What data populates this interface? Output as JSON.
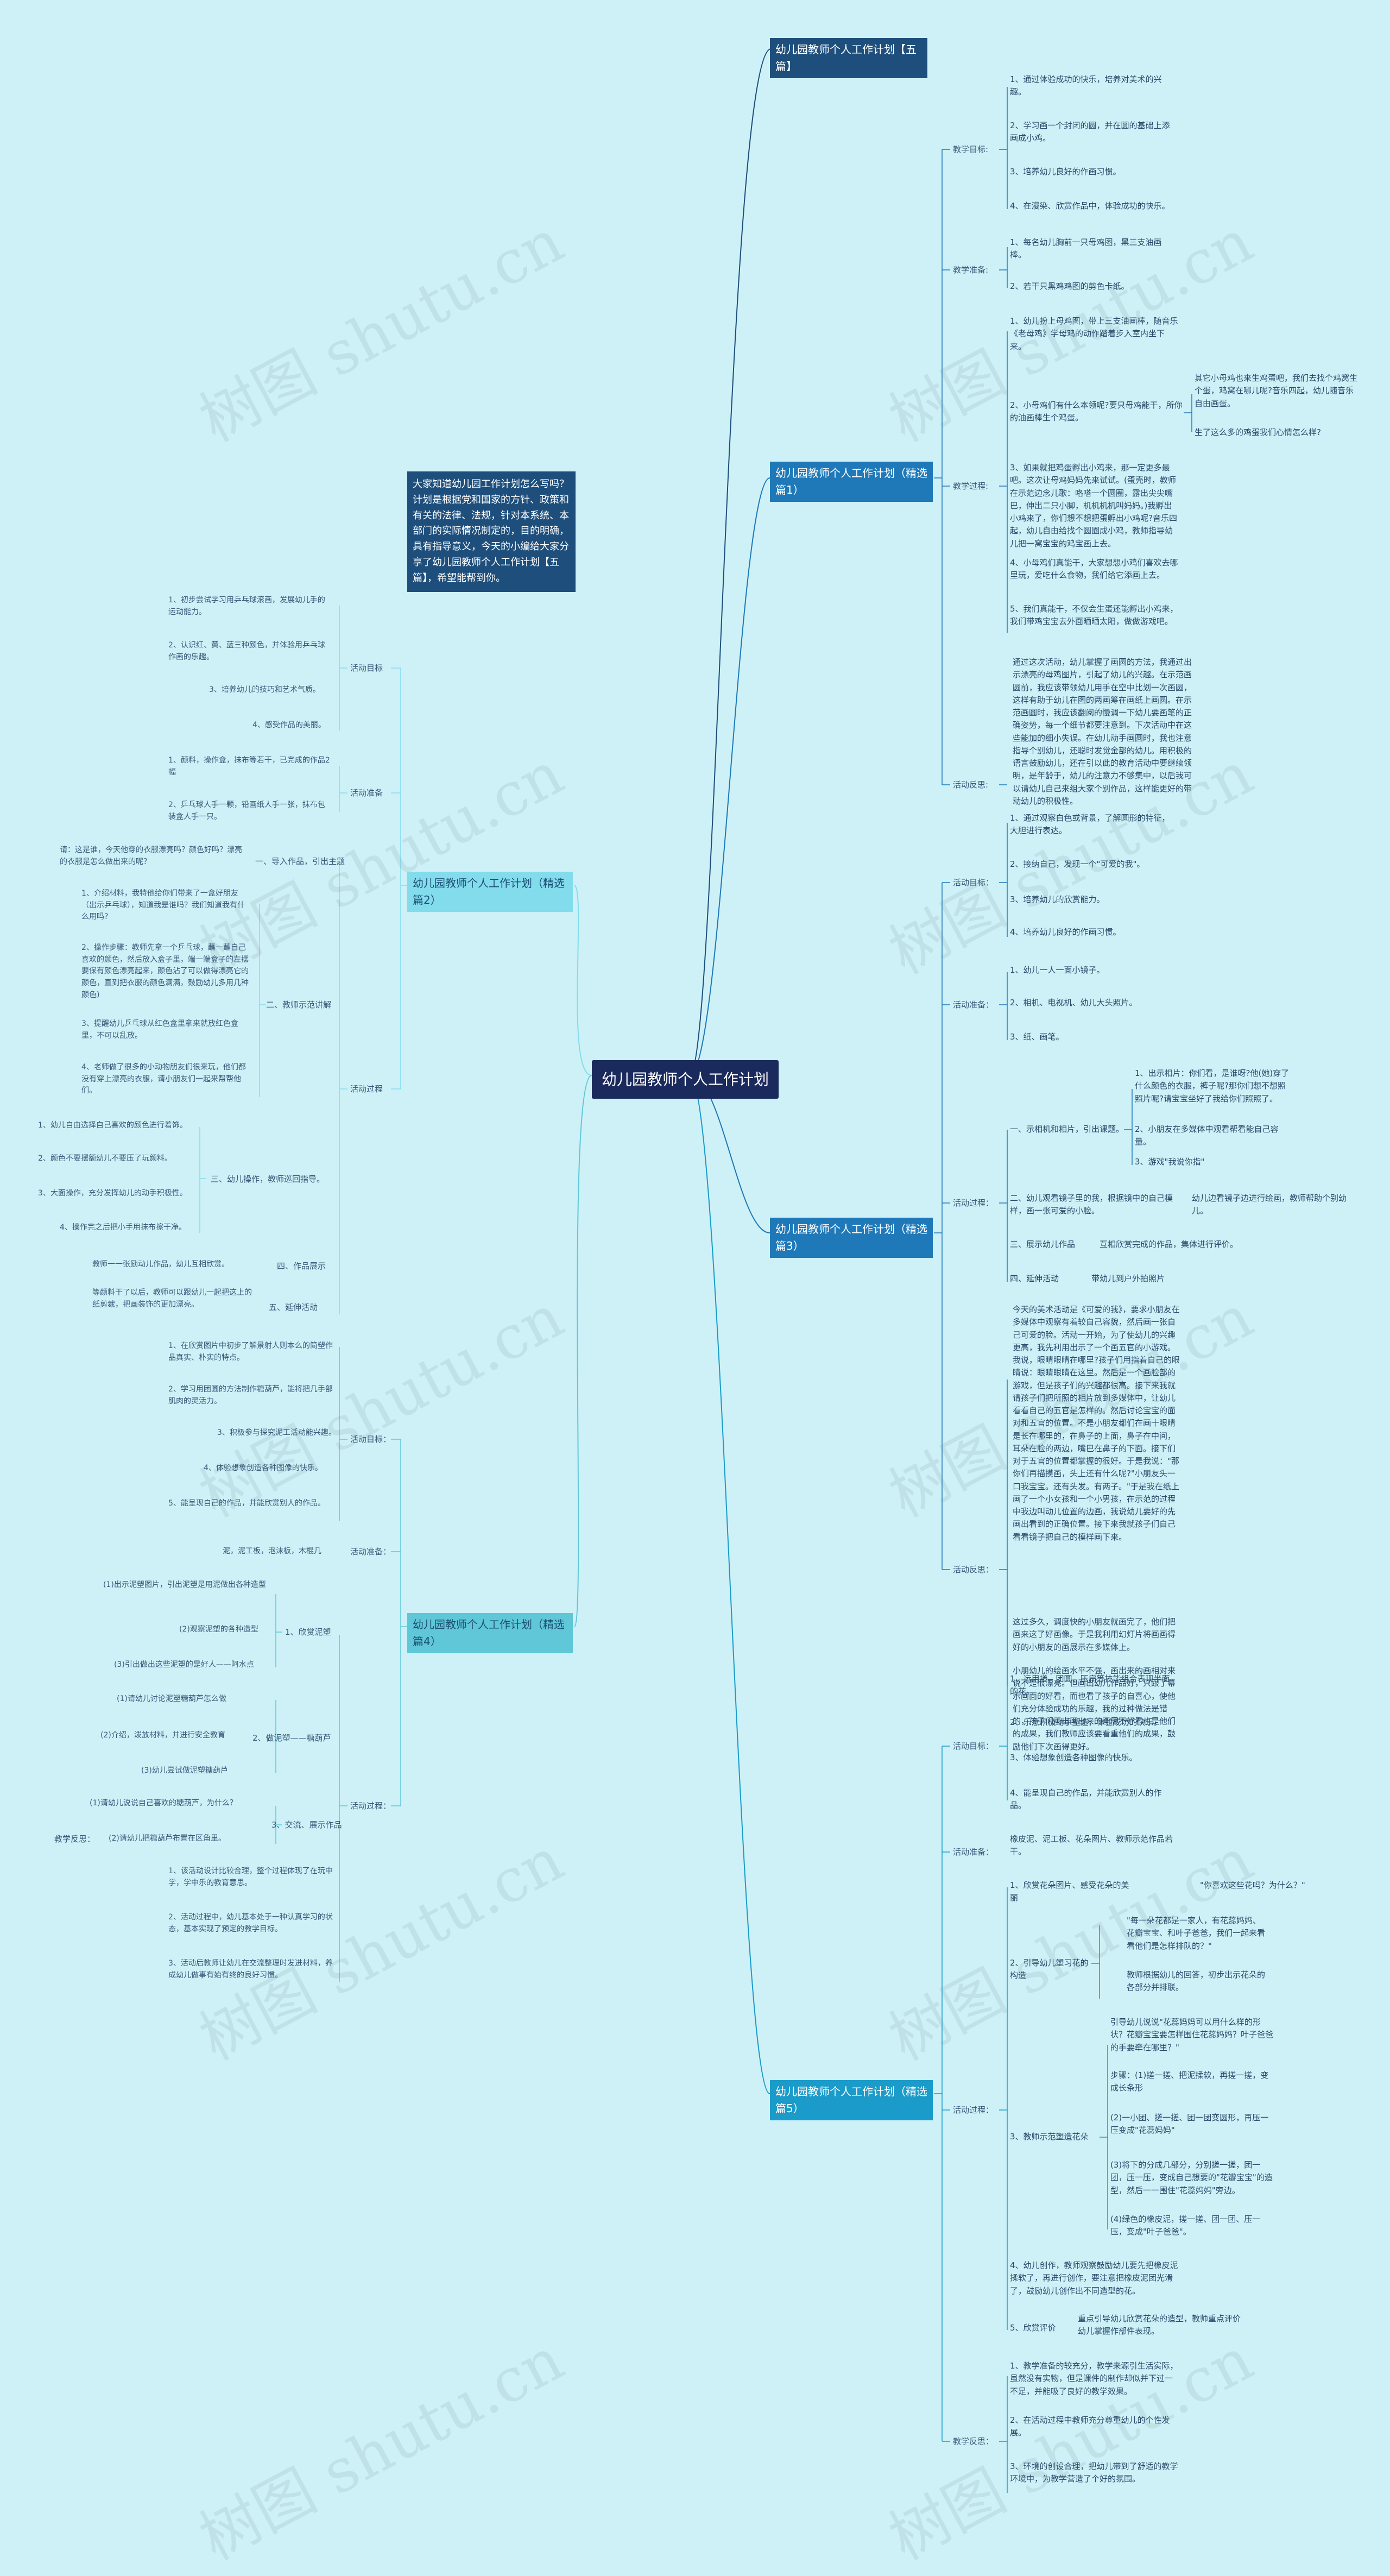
{
  "title": "幼儿园教师个人工作计划",
  "intro": "大家知道幼儿园工作计划怎么写吗？计划是根据党和国家的方针、政策和有关的法律、法规，针对本系统、本部门的实际情况制定的，目的明确，具有指导意义，今天的小编给大家分享了幼儿园教师个人工作计划【五篇】，希望能帮到你。",
  "watermark": "树图 shutu.cn",
  "branches": {
    "b1": "幼儿园教师个人工作计划【五篇】",
    "b2": "幼儿园教师个人工作计划（精选篇1）",
    "b3": "幼儿园教师个人工作计划（精选篇2）",
    "b4": "幼儿园教师个人工作计划（精选篇3）",
    "b5": "幼儿园教师个人工作计划（精选篇4）",
    "b6": "幼儿园教师个人工作计划（精选篇5）"
  },
  "p1": {
    "goal": "教学目标:",
    "goal_items": [
      "1、通过体验成功的快乐，培养对美术的兴趣。",
      "2、学习画一个封闭的圆，并在圆的基础上添画成小鸡。",
      "3、培养幼儿良好的作画习惯。",
      "4、在漫染、欣赏作品中，体验成功的快乐。"
    ],
    "prep": "教学准备:",
    "prep_items": [
      "1、每名幼儿胸前一只母鸡图，黑三支油画棒。",
      "2、若干只黑鸡鸡图的剪色卡纸。"
    ],
    "proc": "教学过程:",
    "proc1": "1、幼儿扮上母鸡图，带上三支油画棒，随音乐《老母鸡》学母鸡的动作踏着步入室内坐下来。",
    "proc2": "2、小母鸡们有什么本领呢?要只母鸡能干，所你的油画棒生个鸡蛋。",
    "proc2a": "其它小母鸡也来生鸡蛋吧，我们去找个鸡窝生个蛋，鸡窝在哪儿呢?音乐四起，幼儿随音乐自由画蛋。",
    "proc2b": "生了这么多的鸡蛋我们心情怎么样?",
    "proc3": "3、如果就把鸡蛋孵出小鸡来，那一定更多最吧。这次让母鸡妈妈先来试试。(蛋壳时，教师在示范边念儿歌：咯嗒一个圆圈，露出尖尖嘴巴，伸出二只小脚，机机机机叫妈妈。)我孵出小鸡来了，你们想不想把蛋孵出小鸡呢?音乐四起，幼儿自由给找个圆圈成小鸡，教师指导幼儿把一窝宝宝的鸡宝画上去。",
    "proc4": "4、小母鸡们真能干，大家想想小鸡们喜欢去哪里玩，爱吃什么食物，我们给它添画上去。",
    "proc5": "5、我们真能干，不仅会生蛋还能孵出小鸡来，我们带鸡宝宝去外面晒晒太阳，做做游戏吧。",
    "reflect": "活动反思:",
    "reflect_text": "通过这次活动，幼儿掌握了画圆的方法，我通过出示漂亮的母鸡图片，引起了幼儿的兴趣。在示范画圆前，我应该带领幼儿用手在空中比划一次画圆，这样有助于幼儿在图的两画筹在画纸上画圆。在示范画圆时，我应该翻阅的慢调一下幼儿要画笔的正确姿势，每一个细节都要注意到。下次活动中在这些能加的细小失误。在幼儿动手画圆时，我也注意指导个别幼儿，还聪时发觉金部的幼儿。用积极的语言鼓励幼儿，还在引以此的教育活动中要继续领明，是年龄于，幼儿的注意力不够集中，以后我可以请幼儿自己来组大家个别作品，这样能更好的带动幼儿的积极性。"
  },
  "p3": {
    "goal": "活动目标：",
    "goal_items": [
      "1、通过观察白色或背景，了解圆形的特征，大胆进行表达。",
      "2、接纳自己，发现一个\"可爱的我\"。",
      "3、培养幼儿的欣赏能力。",
      "4、培养幼儿良好的作画习惯。"
    ],
    "prep": "活动准备：",
    "prep_items": [
      "1、幼儿一人一面小镜子。",
      "2、相机、电视机、幼儿大头照片。",
      "3、纸、画笔。"
    ],
    "proc": "活动过程：",
    "proc1": "一、示相机和相片，引出课题。",
    "proc1_items": [
      "1、出示相片：你们看，是谁呀?他(她)穿了什么颜色的衣服，裤子呢?那你们想不想照照片呢?请宝宝坐好了我给你们照照了。",
      "2、小朋友在多媒体中观看帮看能自己容量。",
      "3、游戏\"我说你指\""
    ],
    "proc2": "二、幼儿观看镜子里的我，根据镜中的自己模样，画一张可爱的小脸。",
    "proc2a": "幼儿边看镜子边进行绘画，教师帮助个别幼儿。",
    "proc3": "三、展示幼儿作品",
    "proc3a": "互相欣赏完成的作品，集体进行评价。",
    "proc4": "四、延伸活动",
    "proc4a": "带幼儿到户外拍照片",
    "reflect": "活动反思：",
    "reflect1": "今天的美术活动是《可爱的我》，要求小朋友在多媒体中观察有着较自己容貌，然后画一张自己可爱的脸。活动一开始，为了使幼儿的兴趣更高，我先利用出示了一个画五官的小游戏。我说，眼睛眼睛在哪里?孩子们用指着自己的眼睛说：眼睛眼睛在这里。然后是一个画脸部的游戏，但是孩子们的兴趣都很高。接下来我就请孩子们把所照的相片放到多媒体中，让幼儿看看自己的五官是怎样的。然后讨论宝宝的面对和五官的位置。不是小朋友都们在画十眼睛是长在哪里的，在鼻子的上面，鼻子在中间，耳朵在脸的两边，嘴巴在鼻子的下面。接下们对于五官的位置都掌握的很好。于是我说：\"那你们再描摸画，头上还有什么呢?\"小朋友头一口我宝宝。还有头发。有两子。\"于是我在纸上画了一个小女孩和一个小男孩，在示范的过程中我边叫动儿位置的边画，我说幼儿要好的先画出看到的正确位置。接下来我就孩子们自己看看镜子把自己的模样画下来。",
    "reflect2": "这过多久，调度快的小朋友就画完了，他们把画来这了好画像。于是我利用幻灯片将画画得好的小朋友的画展示在多媒体上。",
    "reflect3": "小朋幼儿的绘画水平不强，画出来的画相对来说不是很漂亮。但画出幼儿作品好，只跟了幕示画面的好看，而也看了孩子的自喜心，使他们充分体验成功的乐趣，我的过种做法是错的，孩子们画出画出来的画展不好看也是他们的成果，我们教师应该要看重他们的成果，鼓励他们下次画得更好。"
  },
  "p5": {
    "goal": "活动目标：",
    "goal_items": [
      "1、运用搓、团圆、压扁等技能组合表现半面的花。",
      "2、乐意积极动手塑造，体验成功的快乐。",
      "3、体验想象创造各种图像的快乐。",
      "4、能呈现自己的作品，并能欣赏别人的作品。"
    ],
    "prep": "活动准备：",
    "prep_text": "橡皮泥、泥工板、花朵图片、教师示范作品若干。",
    "proc": "活动过程：",
    "proc1": "1、欣赏花朵图片、感受花朵的美丽",
    "proc1a": "\"你喜欢这些花吗？为什么？\"",
    "proc2": "2、引导幼儿塑习花的构造",
    "proc2_items": [
      "\"每一朵花都是一家人，有花蕊妈妈、花瓣宝宝、和叶子爸爸，我们一起来看看他们是怎样排队的？\"",
      "教师根据幼儿的回答，初步出示花朵的各部分并排联。"
    ],
    "proc3": "3、教师示范塑造花朵",
    "proc3_items": [
      "引导幼儿说说\"花蕊妈妈可以用什么样的形状？花瓣宝宝要怎样围住花蕊妈妈？叶子爸爸的手要牵在哪里？\"",
      "步骤：(1)搓一搓、把泥揉软，再搓一搓，变成长条形",
      "(2)一小团、搓一搓、团一团变圆形，再压一压变成\"花蕊妈妈\"",
      "(3)将下的分成几部分，分别搓一搓，团一团，压一压，变成自己想要的\"花瓣宝宝\"的造型，然后一一围住\"花蕊妈妈\"旁边。",
      "(4)绿色的橡皮泥，搓一搓、团一团、压一压，变成\"叶子爸爸\"。"
    ],
    "proc4": "4、幼儿创作，教师观察鼓励幼儿要先把橡皮泥揉软了，再进行创作，要注意把橡皮泥团光滑了，鼓励幼儿创作出不同造型的花。",
    "proc5": "5、欣赏评价",
    "proc5a": "重点引导幼儿欣赏花朵的造型，教师重点评价幼儿掌握作部件表现。",
    "reflect": "教学反思：",
    "reflect_items": [
      "1、教学准备的较充分，教学来源引生活实际，虽然没有实物，但是课件的制作却似并下过一不足，并能吸了良好的教学效果。",
      "2、在活动过程中教师充分尊重幼儿的个性发展。",
      "3、环境的创设合理，把幼儿带到了舒适的教学环境中，为教学营造了个好的氛围。"
    ]
  },
  "p2": {
    "goal": "活动目标",
    "goal_items": [
      "1、初步尝试学习用乒乓球滚画，发展幼儿手的运动能力。",
      "2、认识红、黄、蓝三种颜色，并体验用乒乓球作画的乐趣。",
      "3、培养幼儿的技巧和艺术气质。",
      "4、感受作品的美丽。"
    ],
    "prep": "活动准备",
    "prep_items": [
      "1、颜料，操作盒，抹布等若干，已完成的作品2幅",
      "2、乒乓球人手一颗，铅画纸人手一张，抹布包装盒人手一只。"
    ],
    "proc": "活动过程",
    "proc_intro": "请：这是谁，今天他穿的衣服漂亮吗？颜色好吗？漂亮的衣服是怎么做出来的呢？",
    "proc1": "一、导入作品，引出主题",
    "proc2": "二、教师示范讲解",
    "proc2_items": [
      "1、介绍材料，我特他给你们带来了一盒好朋友（出示乒乓球），知道我是谁吗？我们知道我有什么用吗?",
      "2、操作步骤：教师先拿一个乒乓球，蘸一蘸自己喜欢的颜色，然后放入盒子里，端一端盒子的左摆要保有颜色漂亮起来，颜色沾了可以做得漂亮它的颜色，直到把衣服的颜色满满，鼓励幼儿多用几种颜色)",
      "3、提醒幼儿乒乓球从红色盒里拿来就放红色盒里，不可以乱放。",
      "4、老师做了很多的小动物朋友们很来玩，他们都没有穿上漂亮的衣服，请小朋友们一起来帮帮他们。"
    ],
    "proc3": "三、幼儿操作，教师巡回指导。",
    "proc3_items": [
      "1、幼儿自由选择自己喜欢的颜色进行着饰。",
      "2、颜色不要摆额幼儿不要压了玩颜料。",
      "3、大面操作，充分发挥幼儿的动手积极性。",
      "4、操作完之后把小手用抹布擦干净。"
    ],
    "proc4": "四、作品展示",
    "proc4a": "教师一一张励动儿作品，幼儿互相欣赏。",
    "proc5": "五、延伸活动",
    "proc5a": "等颜料干了以后，教师可以跟幼儿一起把这上的纸剪裁，把画装饰的更加漂亮。"
  },
  "p4": {
    "goal": "活动目标：",
    "goal_items": [
      "1、在欣赏图片中初步了解景射人则本么的简塑作品真实、朴实的特点。",
      "2、学习用团圆的方法制作糖葫芦，能将把几手部肌肉的灵活力。",
      "3、积极参与探究泥工活动能兴趣。",
      "4、体验想象创造各种图像的快乐。",
      "5、能呈现自己的作品，并能欣赏别人的作品。"
    ],
    "prep": "活动准备：",
    "prep_text": "泥，泥工板，泡沫板，木棍几",
    "proc": "活动过程：",
    "proc1": "1、欣赏泥塑",
    "proc1_items": [
      "(1)出示泥塑图片，引出泥塑是用泥做出各种造型",
      "(2)观察泥塑的各种造型",
      "(3)引出做出这些泥塑的是好人——阿水点"
    ],
    "proc2": "2、做泥塑——糖葫芦",
    "proc2_items": [
      "(1)请幼儿讨论泥塑糖葫芦怎么做",
      "(2)介绍，泼放材料，并进行安全教育",
      "(3)幼儿尝试做泥塑糖葫芦"
    ],
    "proc3": "3、交流、展示作品",
    "proc3_items": [
      "(1)请幼儿说说自己喜欢的糖葫芦，为什么？",
      "(2)请幼儿把糖葫芦布置在区角里。"
    ],
    "reflect_label": "教学反思：",
    "reflect_items": [
      "1、该活动设计比较合理，整个过程体现了在玩中学，学中乐的教育意思。",
      "2、活动过程中，幼儿基本处于一种认真学习的状态，基本实现了预定的教学目标。",
      "3、活动后教师让幼儿在交流整理时发进材料，养成幼儿做事有始有终的良好习惯。"
    ]
  }
}
